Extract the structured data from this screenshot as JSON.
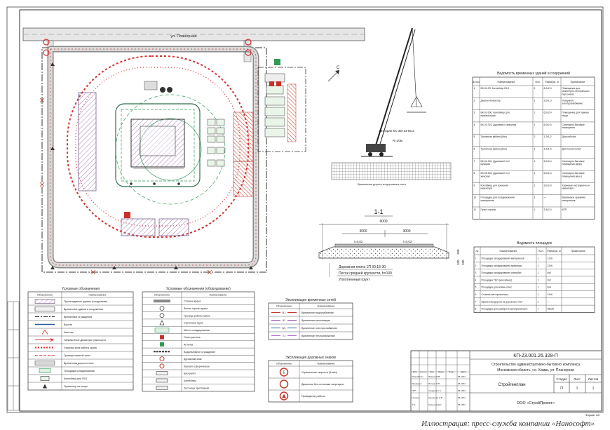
{
  "plan": {
    "street": "ул. Планерная",
    "crane_label": "Автокран КС-35713-56.3",
    "crane_reach": "R=20м",
    "crane_area": "Временная дорога из дорожных плит",
    "north": "С"
  },
  "section": {
    "title": "1-1",
    "total": "6000",
    "half_left": "3000",
    "half_right": "3000",
    "slope_left": "i=0,02",
    "slope_right": "i=0,02",
    "layers": [
      "Дорожная плита 1П 30.18-30",
      "Песок средней крупности, h=100",
      "Уплотненный грунт"
    ],
    "dims": [
      "180",
      "100",
      "100"
    ]
  },
  "buildings_table": {
    "title": "Ведомость временных зданий и сооружений",
    "headers": [
      "№ поз.",
      "Наименование",
      "Кол.",
      "Размеры, м",
      "Примечание"
    ],
    "rows": [
      [
        "1",
        "БК-01-3Л, Контейнер БК-1",
        "2",
        "6,0х2,4",
        "Помещение для инженерно-технического персонала"
      ],
      [
        "2",
        "Дизель-генератор",
        "1",
        "2,0х1,0",
        "Резервное электроснабжение"
      ],
      [
        "3",
        "БК-02-300, Контейнер для приема пищи",
        "1",
        "6,0х2,4",
        "Помещение для приема пищи"
      ],
      [
        "4",
        "БК-03-301, Душевая с санузлом",
        "1",
        "6,0х2,4",
        "Санитарно-бытовые помещения"
      ],
      [
        "5",
        "Туалетная кабина (био)",
        "2",
        "1,2х1,2",
        "Для рабочих"
      ],
      [
        "6",
        "Туалетная кабина (био)",
        "1",
        "1,2х1,2",
        "Для посетителей"
      ],
      [
        "7",
        "БК-04-304, Душевая Б-4-4 мужская",
        "1",
        "6,0х2,4",
        "Санитарно-бытовые помещения (муж.)"
      ],
      [
        "8",
        "БК-05-304, Душевая Б-4-4 женская",
        "1",
        "6,0х2,4",
        "Санитарно-бытовые помещения (жен.)"
      ],
      [
        "9",
        "Контейнер для хранения инвентаря",
        "1",
        "3,0х2,4",
        "Хранение инструмента и инвентаря"
      ],
      [
        "10",
        "Площадка для складирования материалов",
        "1",
        "—",
        "Временное хранение материалов"
      ],
      [
        "11",
        "Пункт охраны",
        "1",
        "2,4х2,4",
        "КПП"
      ]
    ]
  },
  "sites_table": {
    "title": "Ведомость площадок",
    "headers": [
      "№",
      "Наименование",
      "Кол.",
      "Размеры, м",
      "Примечание"
    ],
    "rows": [
      [
        "1",
        "Площадка складирования материалов",
        "1",
        "12х6",
        ""
      ],
      [
        "2",
        "Площадка складирования арматуры",
        "1",
        "12х6",
        ""
      ],
      [
        "3",
        "Площадка складирования опалубки",
        "1",
        "6х4",
        ""
      ],
      [
        "4",
        "Площадка ТБО (контейнер)",
        "1",
        "3х2",
        ""
      ],
      [
        "5",
        "Площадка для мойки колес",
        "1",
        "6х4",
        ""
      ],
      [
        "6",
        "Стоянка автотранспорта",
        "1",
        "12х6",
        ""
      ],
      [
        "7",
        "Временная дорога из дорожных плит",
        "1",
        "—",
        ""
      ],
      [
        "8",
        "Площадка для разворота автотранспорта",
        "1",
        "28х28",
        ""
      ]
    ]
  },
  "legend_general": {
    "title": "Условные обозначения",
    "headers": [
      "Обозначение",
      "Наименование"
    ],
    "items": [
      "Проектируемое здание (сооружение)",
      "Временные здания и сооружения",
      "Временные ограждения",
      "Ворота",
      "Калитка",
      "Направление движения транспорта",
      "Опасная зона работы крана",
      "Граница опасной зоны",
      "Временная дорога и плит",
      "Площадка складирования",
      "Контейнер для ТБО",
      "Прожектор на опоре"
    ]
  },
  "legend_equipment": {
    "title": "Условные обозначения (оборудование)",
    "headers": [
      "Обозначение",
      "Наименование"
    ],
    "items": [
      "Стоянка крана",
      "Вылет стрелы крана",
      "Граница работы крана",
      "Строповка груза",
      "Место складирования",
      "Огнетушитель",
      "Аптечка",
      "Водоналивное ограждение",
      "Дорожный знак",
      "Зеркало сферическое",
      "Биотуалет",
      "Контейнер",
      "Лестница приставная"
    ]
  },
  "legend_networks": {
    "title": "Экспликация временных сетей",
    "headers": [
      "Обозначение",
      "Наименование"
    ],
    "items": [
      {
        "code": "В1",
        "name": "Временное водоснабжение",
        "color": "#c0392b"
      },
      {
        "code": "К1",
        "name": "Временная канализация",
        "color": "#8e44ad"
      },
      {
        "code": "W1",
        "name": "Временное электроснабжение",
        "color": "#2c5aa0"
      },
      {
        "code": "Т1",
        "name": "Временное теплоснабжение",
        "color": "#b86bd6"
      }
    ]
  },
  "legend_signs": {
    "title": "Экспликация дорожных знаков",
    "headers": [
      "Обозначение",
      "Наименование"
    ],
    "items": [
      {
        "glyph": "5",
        "name": "Ограничение скорости (5 км/ч)"
      },
      {
        "glyph": "",
        "name": "Движение без остановки запрещено"
      },
      {
        "glyph": "",
        "name": "Проведение работы"
      }
    ]
  },
  "title_block": {
    "code": "КП-23.001.26.328-П",
    "project": "Строительство административно-бытового комплекса",
    "location": "Московская область, г.о. Химки, ул. Планерная",
    "sheet_name": "Стройгенплан",
    "stage_label": "Стадия",
    "sheet_label": "Лист",
    "sheets_label": "Листов",
    "stage": "П",
    "sheet": "1",
    "sheets": "1",
    "company": "ООО «СтройПроект»",
    "format": "Формат А3",
    "col_headers": [
      "Изм.",
      "Кол.уч",
      "Лист",
      "№док",
      "Подп.",
      "Дата"
    ],
    "people": [
      [
        "Разработал",
        "Иванов И.В.",
        "05.2024"
      ],
      [
        "Проверил",
        "Петров П.П.",
        "05.2024"
      ],
      [
        "ГИП",
        "Сидоров А.А.",
        "05.2024"
      ],
      [
        "Н.контр.",
        "Смирнова Н.В.",
        "05.2024"
      ],
      [
        "Утв.",
        "Кузнецов Д.С.",
        "05.2024"
      ]
    ]
  },
  "caption": "Иллюстрация: пресс-служба компании «Нанософт»",
  "colors": {
    "line": "#333333",
    "danger": "#d62f2f",
    "hatch": "#b58bc6",
    "green": "#2e9b57",
    "crane": "#222222"
  }
}
